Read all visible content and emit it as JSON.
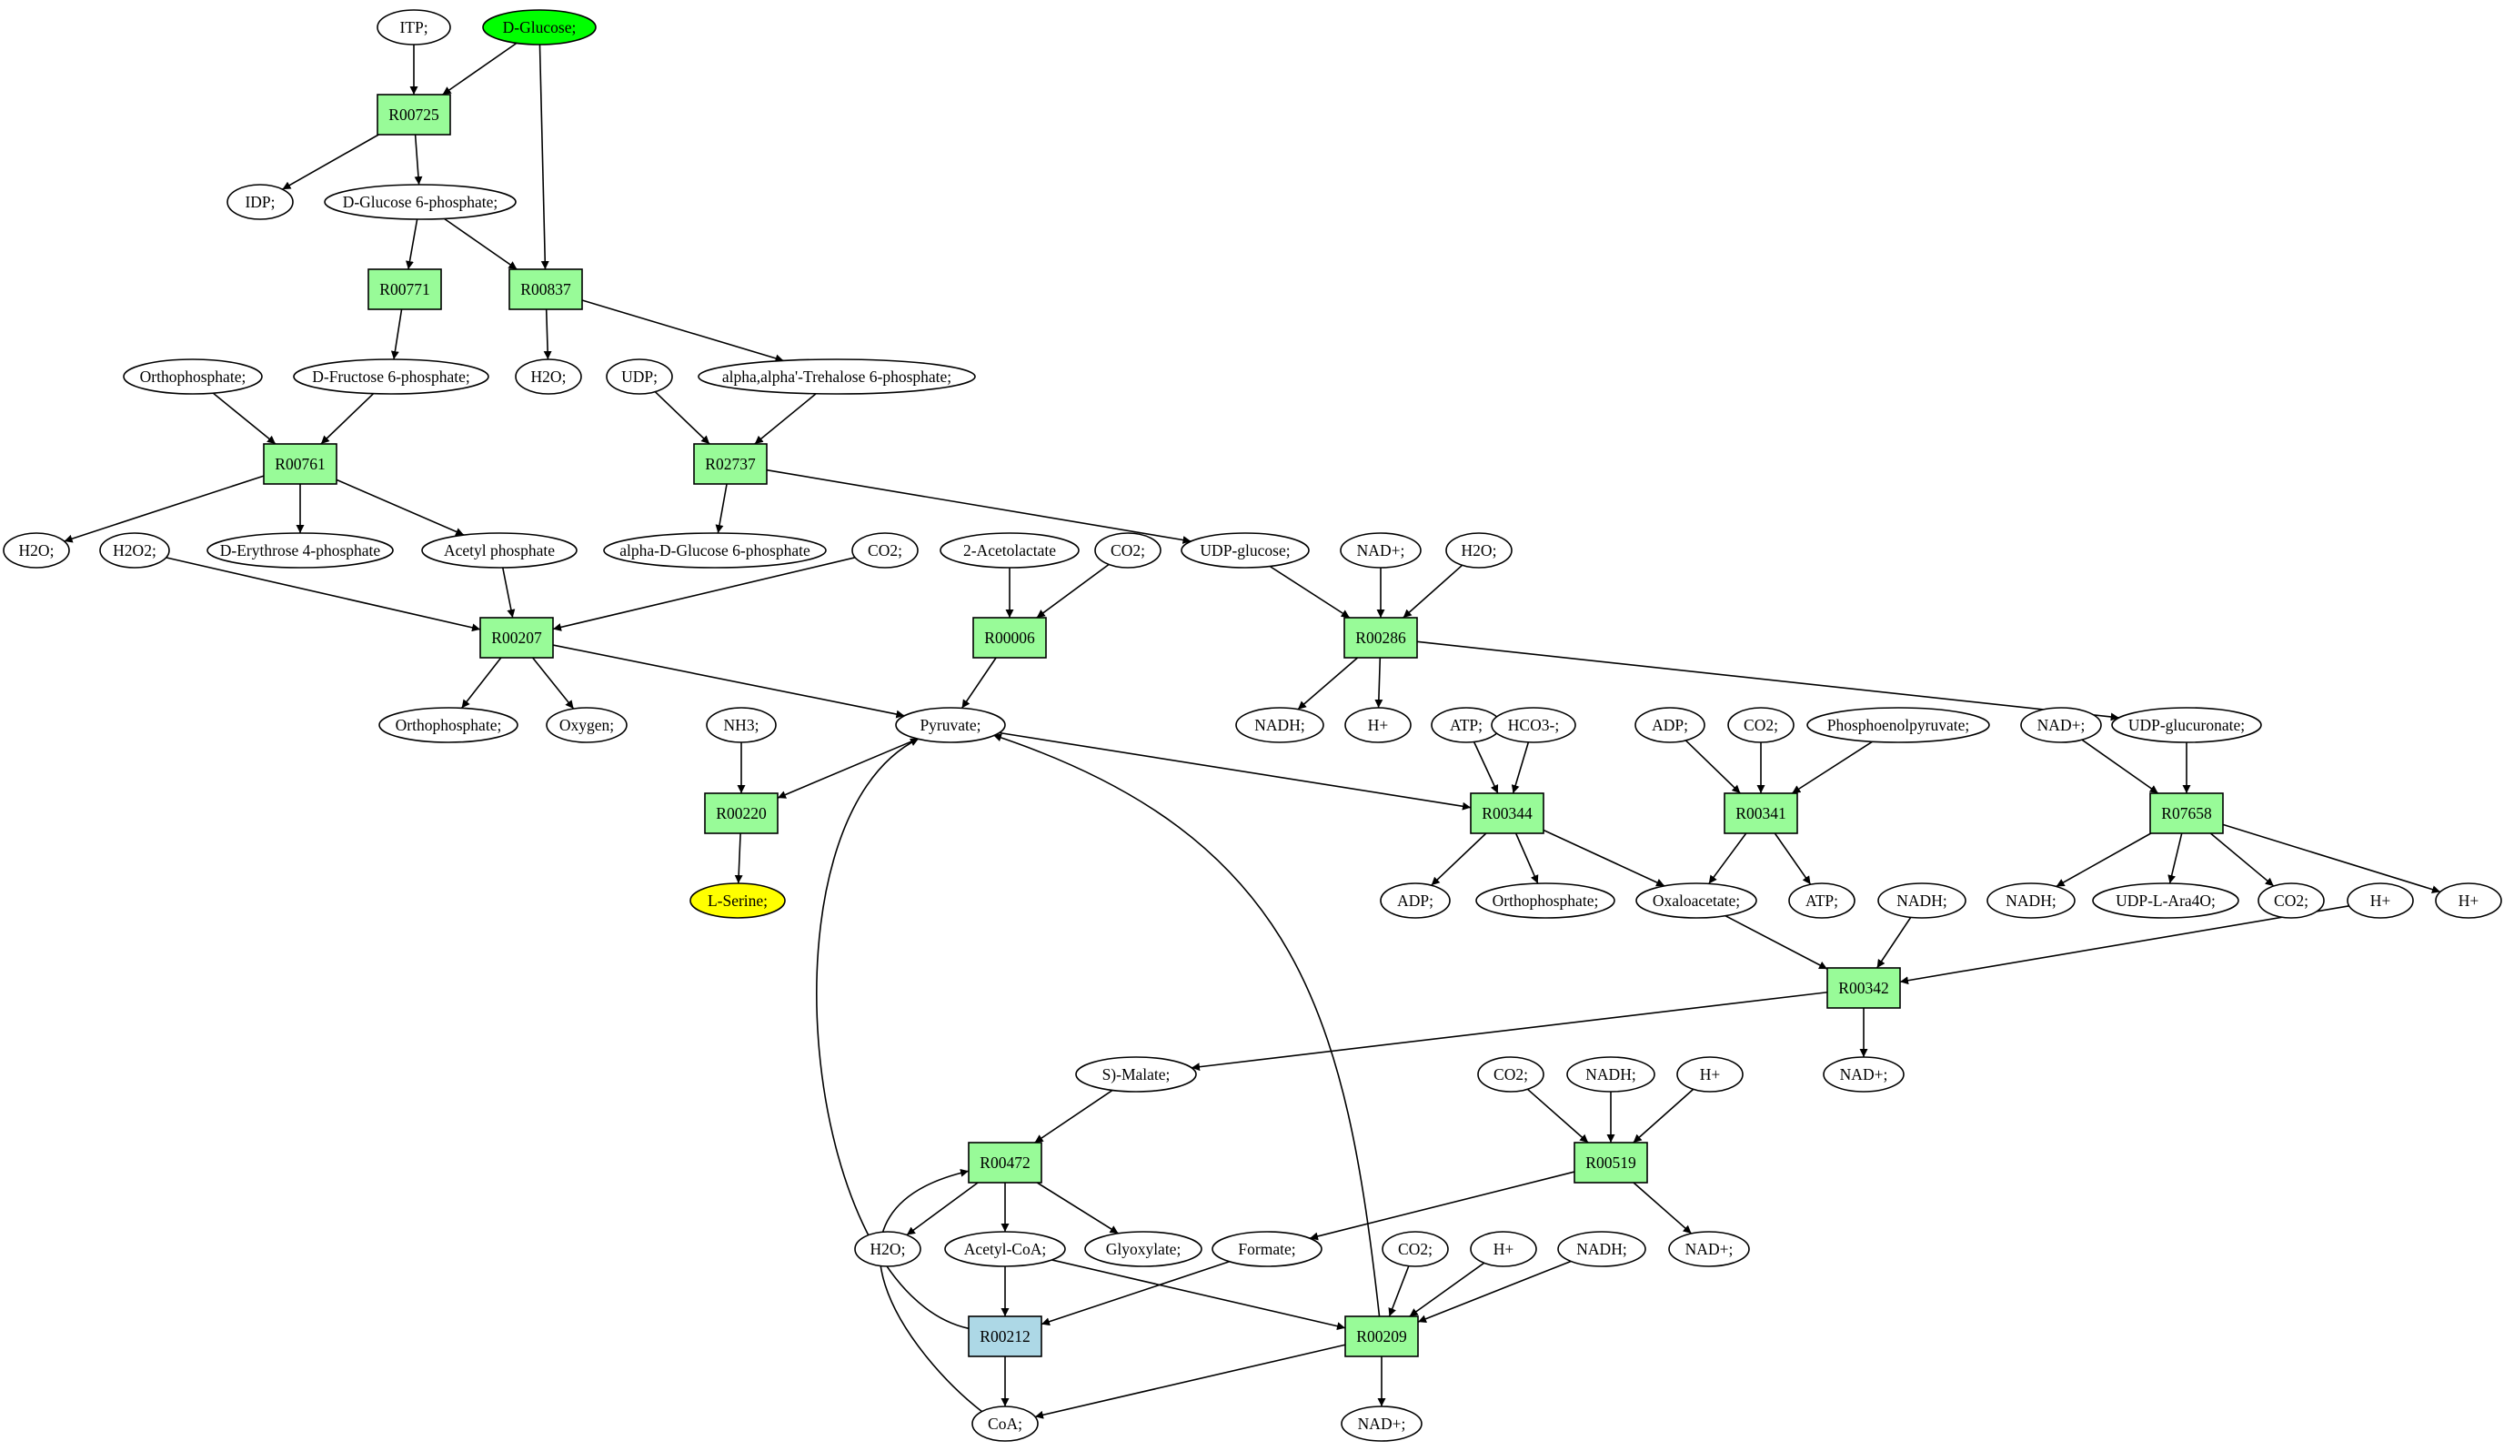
{
  "colors": {
    "reaction_default": "#98FB98",
    "reaction_highlight": "#ADD8E6",
    "source_compound": "#00FF00",
    "target_compound": "#FFFF00",
    "compound_default": "#FFFFFF"
  },
  "compounds": {
    "c_itp": "ITP;",
    "c_dglucose": "D-Glucose;",
    "c_idp": "IDP;",
    "c_g6p": "D-Glucose 6-phosphate;",
    "c_orthophosphate_1": "Orthophosphate;",
    "c_f6p": "D-Fructose 6-phosphate;",
    "c_h2o_1": "H2O;",
    "c_udp": "UDP;",
    "c_trehalose6p": "alpha,alpha'-Trehalose 6-phosphate;",
    "c_h2o_2": "H2O;",
    "c_h2o2": "H2O2;",
    "c_erythrose4p": "D-Erythrose 4-phosphate",
    "c_acetylphosphate": "Acetyl phosphate",
    "c_aglucose6p": "alpha-D-Glucose 6-phosphate",
    "c_co2_1": "CO2;",
    "c_acetolactate": "2-Acetolactate",
    "c_co2_2": "CO2;",
    "c_udpglucose": "UDP-glucose;",
    "c_nadp_1": "NAD+;",
    "c_h2o_3": "H2O;",
    "c_orthophosphate_2": "Orthophosphate;",
    "c_oxygen": "Oxygen;",
    "c_nh3": "NH3;",
    "c_pyruvate": "Pyruvate;",
    "c_nadh_1": "NADH;",
    "c_hplus_1": "H+",
    "c_atp_1": "ATP;",
    "c_hco3": "HCO3-;",
    "c_adp_1": "ADP;",
    "c_co2_3": "CO2;",
    "c_pep": "Phosphoenolpyruvate;",
    "c_nadp_2": "NAD+;",
    "c_udpglucuronate": "UDP-glucuronate;",
    "c_lserine": "L-Serine;",
    "c_adp_2": "ADP;",
    "c_orthophosphate_3": "Orthophosphate;",
    "c_oxaloacetate": "Oxaloacetate;",
    "c_atp_2": "ATP;",
    "c_nadh_2": "NADH;",
    "c_nadh_3": "NADH;",
    "c_udplara4o": "UDP-L-Ara4O;",
    "c_co2_4": "CO2;",
    "c_hplus_2": "H+",
    "c_hplus_3": "H+",
    "c_nadp_3": "NAD+;",
    "c_smalate": "S)-Malate;",
    "c_co2_5": "CO2;",
    "c_nadh_4": "NADH;",
    "c_hplus_4": "H+",
    "c_h2o_4": "H2O;",
    "c_acetylcoa": "Acetyl-CoA;",
    "c_glyoxylate": "Glyoxylate;",
    "c_formate": "Formate;",
    "c_co2_6": "CO2;",
    "c_hplus_5": "H+",
    "c_nadh_5": "NADH;",
    "c_nadp_4": "NAD+;",
    "c_coa": "CoA;",
    "c_nadp_5": "NAD+;"
  },
  "reactions": {
    "r_R00725": "R00725",
    "r_R00771": "R00771",
    "r_R00837": "R00837",
    "r_R00761": "R00761",
    "r_R02737": "R02737",
    "r_R00207": "R00207",
    "r_R00006": "R00006",
    "r_R00286": "R00286",
    "r_R00220": "R00220",
    "r_R00344": "R00344",
    "r_R00341": "R00341",
    "r_R07658": "R07658",
    "r_R00342": "R00342",
    "r_R00472": "R00472",
    "r_R00519": "R00519",
    "r_R00212": "R00212",
    "r_R00209": "R00209"
  },
  "highlighted_reaction": "r_R00212",
  "source_compound": "c_dglucose",
  "target_compound": "c_lserine",
  "edges": [
    [
      "c_itp",
      "r_R00725"
    ],
    [
      "c_dglucose",
      "r_R00725"
    ],
    [
      "c_dglucose",
      "r_R00837"
    ],
    [
      "r_R00725",
      "c_idp"
    ],
    [
      "r_R00725",
      "c_g6p"
    ],
    [
      "c_g6p",
      "r_R00771"
    ],
    [
      "c_g6p",
      "r_R00837"
    ],
    [
      "r_R00771",
      "c_f6p"
    ],
    [
      "r_R00837",
      "c_h2o_2"
    ],
    [
      "r_R00837",
      "c_trehalose6p"
    ],
    [
      "c_orthophosphate_1",
      "r_R00761"
    ],
    [
      "c_f6p",
      "r_R00761"
    ],
    [
      "c_udp",
      "r_R02737"
    ],
    [
      "c_trehalose6p",
      "r_R02737"
    ],
    [
      "r_R00761",
      "c_h2o_1"
    ],
    [
      "r_R00761",
      "c_erythrose4p"
    ],
    [
      "r_R00761",
      "c_acetylphosphate"
    ],
    [
      "r_R02737",
      "c_aglucose6p"
    ],
    [
      "r_R02737",
      "c_udpglucose"
    ],
    [
      "c_h2o2",
      "r_R00207"
    ],
    [
      "c_acetylphosphate",
      "r_R00207"
    ],
    [
      "c_co2_1",
      "r_R00207"
    ],
    [
      "c_acetolactate",
      "r_R00006"
    ],
    [
      "c_co2_2",
      "r_R00006"
    ],
    [
      "c_udpglucose",
      "r_R00286"
    ],
    [
      "c_nadp_1",
      "r_R00286"
    ],
    [
      "c_h2o_3",
      "r_R00286"
    ],
    [
      "r_R00207",
      "c_orthophosphate_2"
    ],
    [
      "r_R00207",
      "c_oxygen"
    ],
    [
      "r_R00207",
      "c_pyruvate"
    ],
    [
      "r_R00006",
      "c_pyruvate"
    ],
    [
      "r_R00286",
      "c_nadh_1"
    ],
    [
      "r_R00286",
      "c_hplus_1"
    ],
    [
      "r_R00286",
      "c_udpglucuronate"
    ],
    [
      "c_nh3",
      "r_R00220"
    ],
    [
      "c_pyruvate",
      "r_R00220"
    ],
    [
      "r_R00220",
      "c_lserine"
    ],
    [
      "c_pyruvate",
      "r_R00344"
    ],
    [
      "c_atp_1",
      "r_R00344"
    ],
    [
      "c_hco3",
      "r_R00344"
    ],
    [
      "c_adp_1",
      "r_R00341"
    ],
    [
      "c_co2_3",
      "r_R00341"
    ],
    [
      "c_pep",
      "r_R00341"
    ],
    [
      "c_nadp_2",
      "r_R07658"
    ],
    [
      "c_udpglucuronate",
      "r_R07658"
    ],
    [
      "r_R00344",
      "c_adp_2"
    ],
    [
      "r_R00344",
      "c_orthophosphate_3"
    ],
    [
      "r_R00344",
      "c_oxaloacetate"
    ],
    [
      "r_R00341",
      "c_oxaloacetate"
    ],
    [
      "r_R00341",
      "c_atp_2"
    ],
    [
      "r_R07658",
      "c_nadh_3"
    ],
    [
      "r_R07658",
      "c_udplara4o"
    ],
    [
      "r_R07658",
      "c_co2_4"
    ],
    [
      "r_R07658",
      "c_hplus_3"
    ],
    [
      "c_oxaloacetate",
      "r_R00342"
    ],
    [
      "c_nadh_2",
      "r_R00342"
    ],
    [
      "c_hplus_2",
      "r_R00342"
    ],
    [
      "r_R00342",
      "c_nadp_3"
    ],
    [
      "r_R00342",
      "c_smalate"
    ],
    [
      "c_smalate",
      "r_R00472"
    ],
    [
      "c_co2_5",
      "r_R00519"
    ],
    [
      "c_nadh_4",
      "r_R00519"
    ],
    [
      "c_hplus_4",
      "r_R00519"
    ],
    [
      "r_R00472",
      "c_h2o_4"
    ],
    [
      "r_R00472",
      "c_acetylcoa"
    ],
    [
      "r_R00472",
      "c_glyoxylate"
    ],
    [
      "r_R00519",
      "c_formate"
    ],
    [
      "r_R00519",
      "c_nadp_4"
    ],
    [
      "c_acetylcoa",
      "r_R00212"
    ],
    [
      "c_formate",
      "r_R00212"
    ],
    [
      "c_acetylcoa",
      "r_R00209"
    ],
    [
      "c_co2_6",
      "r_R00209"
    ],
    [
      "c_hplus_5",
      "r_R00209"
    ],
    [
      "c_nadh_5",
      "r_R00209"
    ],
    [
      "r_R00212",
      "c_coa"
    ],
    [
      "r_R00212",
      "c_pyruvate"
    ],
    [
      "r_R00209",
      "c_coa"
    ],
    [
      "r_R00209",
      "c_nadp_5"
    ],
    [
      "r_R00209",
      "c_pyruvate"
    ],
    [
      "c_coa",
      "r_R00472"
    ]
  ]
}
